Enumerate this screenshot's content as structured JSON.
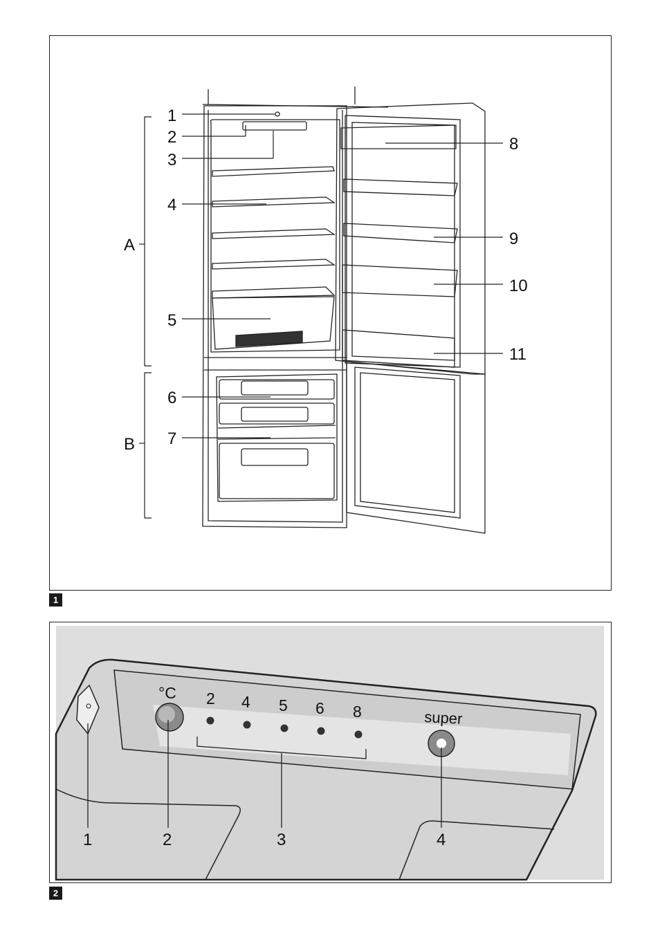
{
  "figure1": {
    "badge": "1",
    "callouts": {
      "c1": "1",
      "c2": "2",
      "c3": "3",
      "c4": "4",
      "c5": "5",
      "c6": "6",
      "c7": "7",
      "c8": "8",
      "c9": "9",
      "c10": "10",
      "c11": "11"
    },
    "sections": {
      "a": "A",
      "b": "B"
    }
  },
  "figure2": {
    "badge": "2",
    "panel": {
      "temp_symbol": "°C",
      "levels": [
        "2",
        "4",
        "5",
        "6",
        "8"
      ],
      "super_label": "super"
    },
    "callouts": {
      "c1": "1",
      "c2": "2",
      "c3": "3",
      "c4": "4"
    }
  },
  "colors": {
    "panel_gray": "#dcdcdc",
    "line": "#222222"
  }
}
